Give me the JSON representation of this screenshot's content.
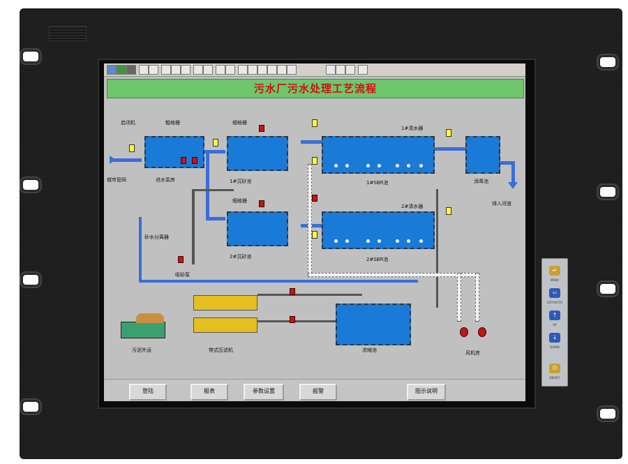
{
  "scada": {
    "title": "污水厂污水处理工艺流程",
    "labels": {
      "qibiji": "启闭机",
      "cugeshan": "粗格栅",
      "xigeshan1": "细格栅",
      "no1_qingshui": "1#清水器",
      "chengshi_guanwang": "城市管网",
      "jinshui_bengfang": "进水泵房",
      "no1_chenshachi": "1#沉砂池",
      "no1_sbr": "1#SBR池",
      "xiaodu_chi": "消毒池",
      "paiheng_hedao": "排入河道",
      "xigeshan2": "细格栅",
      "no2_qingshui": "2#清水器",
      "shashui_fenli": "砂水分离器",
      "no2_chenshachi": "2#沉砂池",
      "no2_sbr": "2#SBR池",
      "xishabeng": "吸砂泵",
      "wuni_waiyun": "污泥外运",
      "daiyaji": "带式压滤机",
      "nongsuo_chi": "浓缩池",
      "fengjifang": "风机房"
    },
    "buttons": {
      "login": "登陆",
      "report": "报表",
      "params": "参数设置",
      "alarm": "报警",
      "legend": "图示说明"
    }
  },
  "side_panel": {
    "keys": [
      {
        "icon": "enter-icon",
        "label": "MENU"
      },
      {
        "icon": "exit-icon",
        "label": "EXIT/AUTO"
      },
      {
        "icon": "up-icon",
        "label": "UP"
      },
      {
        "icon": "down-icon",
        "label": "DOWN"
      },
      {
        "icon": "power-icon",
        "label": "ON/OFF"
      }
    ]
  },
  "colors": {
    "title_bg": "#6ec66e",
    "title_text": "#d01010",
    "water": "#1a7ad8",
    "pipe": "#3a6ed8",
    "valve": "#c01818"
  }
}
